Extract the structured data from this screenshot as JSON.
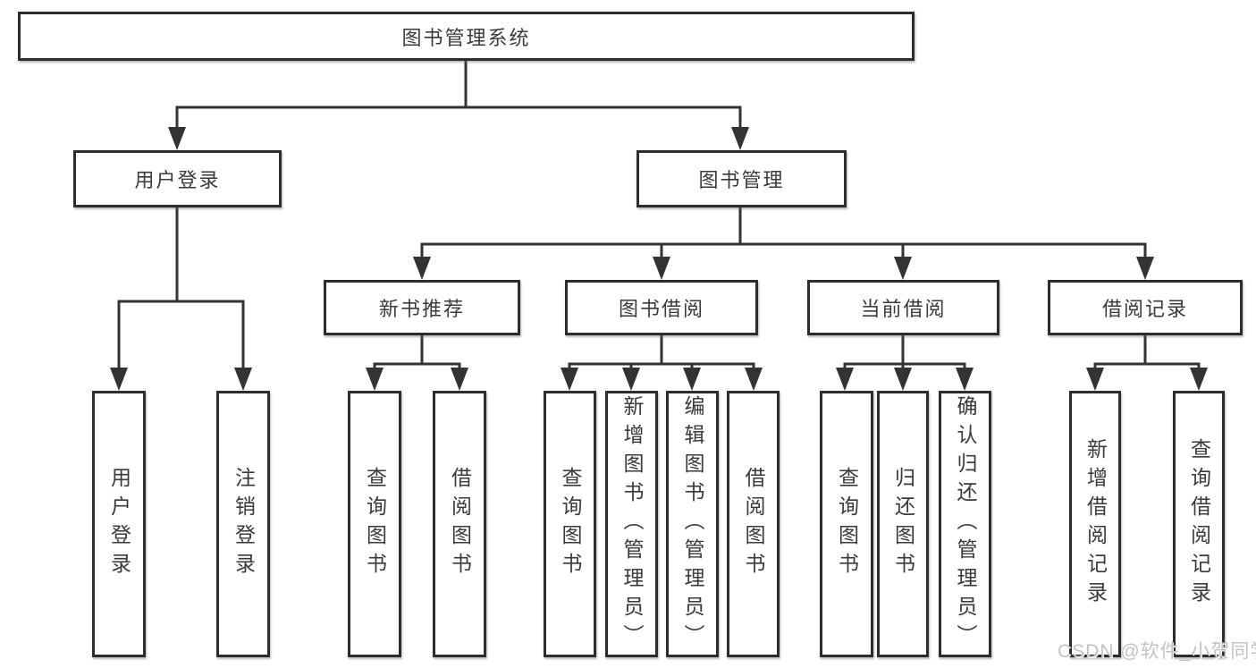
{
  "watermark": {
    "text": "CSDN @软件_小贺同学"
  },
  "colors": {
    "box_border": "#2d2d2d",
    "connector_line": "#333333",
    "text": "#3a3a3a",
    "watermark": "#c3c3c3",
    "background": "#ffffff"
  },
  "tree": {
    "label": "图书管理系统",
    "children": [
      {
        "label": "用户登录",
        "children": [
          {
            "label": "用户登录"
          },
          {
            "label": "注销登录"
          }
        ]
      },
      {
        "label": "图书管理",
        "children": [
          {
            "label": "新书推荐",
            "children": [
              {
                "label": "查询图书"
              },
              {
                "label": "借阅图书"
              }
            ]
          },
          {
            "label": "图书借阅",
            "children": [
              {
                "label": "查询图书"
              },
              {
                "label": "新增图书（管理员）"
              },
              {
                "label": "编辑图书（管理员）"
              },
              {
                "label": "借阅图书"
              }
            ]
          },
          {
            "label": "当前借阅",
            "children": [
              {
                "label": "查询图书"
              },
              {
                "label": "归还图书"
              },
              {
                "label": "确认归还（管理员）"
              }
            ]
          },
          {
            "label": "借阅记录",
            "children": [
              {
                "label": "新增借阅记录"
              },
              {
                "label": "查询借阅记录"
              }
            ]
          }
        ]
      }
    ]
  }
}
